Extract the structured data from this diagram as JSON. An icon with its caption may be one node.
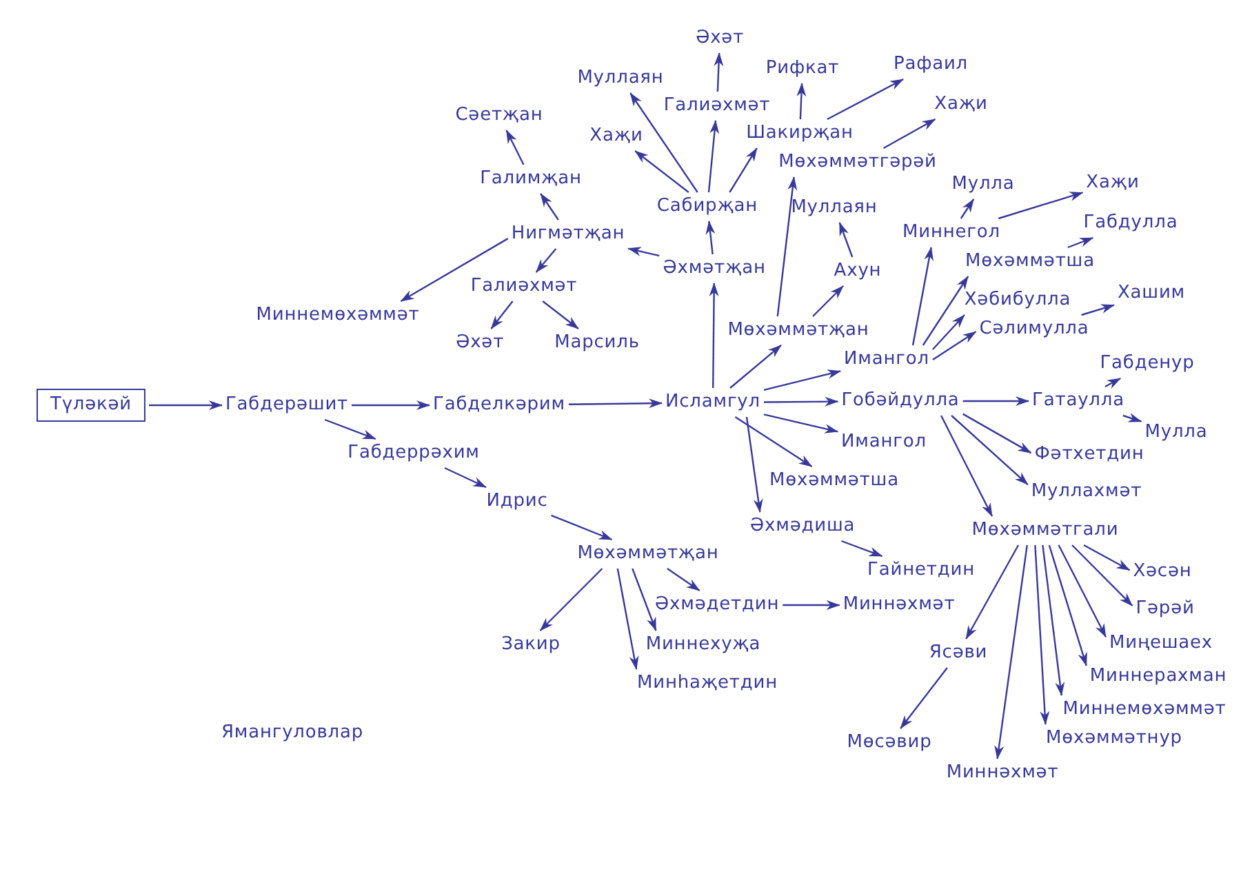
{
  "diagram": {
    "nodes": [
      {
        "text": [
          "Түләкәй"
        ]
      },
      {
        "text": [
          "Габдерәшит"
        ]
      },
      {
        "text": [
          "Габделкәрим"
        ]
      },
      {
        "text": [
          "Исламгул"
        ]
      },
      {
        "text": [
          "Габдеррәхим"
        ]
      },
      {
        "text": [
          "Идрис"
        ]
      },
      {
        "text": [
          "Мөхәммәтҗан"
        ]
      },
      {
        "text": [
          "Закир"
        ]
      },
      {
        "text": [
          "Миннехуҗа"
        ]
      },
      {
        "text": [
          "Минһаҗетдин"
        ]
      },
      {
        "text": [
          "Әхмәдетдин"
        ]
      },
      {
        "text": [
          "Миннәхмәт"
        ]
      },
      {
        "text": [
          "Әхмәдиша"
        ]
      },
      {
        "text": [
          "Гайнетдин"
        ]
      },
      {
        "text": [
          "Имангол"
        ]
      },
      {
        "text": [
          "Мөхәммәтша"
        ]
      },
      {
        "text": [
          "Гобәйдулла"
        ]
      },
      {
        "text": [
          "Гатаулла"
        ]
      },
      {
        "text": [
          "Габденур"
        ]
      },
      {
        "text": [
          "Мулла"
        ]
      },
      {
        "text": [
          "Фәтхетдин"
        ]
      },
      {
        "text": [
          "Муллахмәт"
        ]
      },
      {
        "text": [
          "Мөхәммәтгали"
        ]
      },
      {
        "text": [
          "Хәсән"
        ]
      },
      {
        "text": [
          "Гәрәй"
        ]
      },
      {
        "text": [
          "Миңешаех"
        ]
      },
      {
        "text": [
          "Миннерахман"
        ]
      },
      {
        "text": [
          "Миннемөхәммәт"
        ]
      },
      {
        "text": [
          "Мөхәммәтнур"
        ]
      },
      {
        "text": [
          "Ясәви"
        ]
      },
      {
        "text": [
          "Мөсәвир"
        ]
      },
      {
        "text": [
          "Миннәхмәт"
        ]
      },
      {
        "text": [
          "Мөхәммәтҗан"
        ]
      },
      {
        "text": [
          "Ахун"
        ]
      },
      {
        "text": [
          "Муллаян"
        ]
      },
      {
        "text": [
          "Имангол"
        ]
      },
      {
        "text": [
          "Миннегол"
        ]
      },
      {
        "text": [
          "Мулла"
        ]
      },
      {
        "text": [
          "Хаҗи"
        ]
      },
      {
        "text": [
          "Габдулла"
        ]
      },
      {
        "text": [
          "Мөхәммәтша"
        ]
      },
      {
        "text": [
          "Хәбибулла"
        ]
      },
      {
        "text": [
          "Сәлимулла"
        ]
      },
      {
        "text": [
          "Хашим"
        ]
      },
      {
        "text": [
          "Әхмәтҗан"
        ]
      },
      {
        "text": [
          "Сабирҗан"
        ]
      },
      {
        "text": [
          "Нигмәтҗан"
        ]
      },
      {
        "text": [
          "Галимҗан"
        ]
      },
      {
        "text": [
          "Сәетҗан"
        ]
      },
      {
        "text": [
          "Миннемөхәммәт"
        ]
      },
      {
        "text": [
          "Галиәхмәт"
        ]
      },
      {
        "text": [
          "Әхәт"
        ]
      },
      {
        "text": [
          "Марсиль"
        ]
      },
      {
        "text": [
          "Хаҗи"
        ]
      },
      {
        "text": [
          "Муллаян"
        ]
      },
      {
        "text": [
          "Галиәхмәт"
        ]
      },
      {
        "text": [
          "Әхәт"
        ]
      },
      {
        "text": [
          "Шакирҗан"
        ]
      },
      {
        "text": [
          "Рифкат"
        ]
      },
      {
        "text": [
          "Мөхәммәтгәрәй"
        ]
      },
      {
        "text": [
          "Рафаил"
        ]
      },
      {
        "text": [
          "Хаҗи"
        ]
      }
    ],
    "edges": [
      {
        "from": 0,
        "to": 1,
        "arrow": "to"
      },
      {
        "from": 1,
        "to": 2,
        "arrow": "to"
      },
      {
        "from": 1,
        "to": 4,
        "arrow": "to"
      },
      {
        "from": 2,
        "to": 3,
        "arrow": "to"
      },
      {
        "from": 4,
        "to": 5,
        "arrow": "to"
      },
      {
        "from": 5,
        "to": 6,
        "arrow": "to"
      },
      {
        "from": 6,
        "to": 7,
        "arrow": "to"
      },
      {
        "from": 6,
        "to": 9,
        "arrow": "to"
      },
      {
        "from": 6,
        "to": 8,
        "arrow": "to"
      },
      {
        "from": 6,
        "to": 10,
        "arrow": "to"
      },
      {
        "from": 10,
        "to": 11,
        "arrow": "to"
      },
      {
        "from": 3,
        "to": 44,
        "arrow": "to"
      },
      {
        "from": 44,
        "to": 45,
        "arrow": "to"
      },
      {
        "from": 44,
        "to": 46,
        "arrow": "to"
      },
      {
        "from": 46,
        "to": 47,
        "arrow": "to"
      },
      {
        "from": 47,
        "to": 48,
        "arrow": "to"
      },
      {
        "from": 46,
        "to": 49,
        "arrow": "to"
      },
      {
        "from": 46,
        "to": 50,
        "arrow": "to"
      },
      {
        "from": 50,
        "to": 51,
        "arrow": "to"
      },
      {
        "from": 50,
        "to": 52,
        "arrow": "to"
      },
      {
        "from": 45,
        "to": 53,
        "arrow": "to"
      },
      {
        "from": 45,
        "to": 54,
        "arrow": "to"
      },
      {
        "from": 45,
        "to": 55,
        "arrow": "to"
      },
      {
        "from": 55,
        "to": 56,
        "arrow": "to"
      },
      {
        "from": 45,
        "to": 57,
        "arrow": "to"
      },
      {
        "from": 57,
        "to": 58,
        "arrow": "to"
      },
      {
        "from": 57,
        "to": 60,
        "arrow": "to"
      },
      {
        "from": 32,
        "to": 59,
        "arrow": "to"
      },
      {
        "from": 59,
        "to": 61,
        "arrow": "to"
      },
      {
        "from": 3,
        "to": 32,
        "arrow": "to"
      },
      {
        "from": 32,
        "to": 33,
        "arrow": "to"
      },
      {
        "from": 33,
        "to": 34,
        "arrow": "to"
      },
      {
        "from": 3,
        "to": 35,
        "arrow": "to"
      },
      {
        "from": 35,
        "to": 36,
        "arrow": "to"
      },
      {
        "from": 35,
        "to": 40,
        "arrow": "to"
      },
      {
        "from": 35,
        "to": 41,
        "arrow": "to"
      },
      {
        "from": 35,
        "to": 42,
        "arrow": "to"
      },
      {
        "from": 36,
        "to": 37,
        "arrow": "to"
      },
      {
        "from": 36,
        "to": 38,
        "arrow": "to"
      },
      {
        "from": 40,
        "to": 39,
        "arrow": "to"
      },
      {
        "from": 42,
        "to": 43,
        "arrow": "to"
      },
      {
        "from": 3,
        "to": 16,
        "arrow": "to"
      },
      {
        "from": 16,
        "to": 17,
        "arrow": "to"
      },
      {
        "from": 17,
        "to": 18,
        "arrow": "to"
      },
      {
        "from": 17,
        "to": 19,
        "arrow": "to"
      },
      {
        "from": 16,
        "to": 20,
        "arrow": "to"
      },
      {
        "from": 16,
        "to": 21,
        "arrow": "to"
      },
      {
        "from": 16,
        "to": 22,
        "arrow": "to"
      },
      {
        "from": 3,
        "to": 14,
        "arrow": "to"
      },
      {
        "from": 3,
        "to": 15,
        "arrow": "to"
      },
      {
        "from": 3,
        "to": 12,
        "arrow": "to"
      },
      {
        "from": 12,
        "to": 13,
        "arrow": "to"
      },
      {
        "from": 22,
        "to": 23,
        "arrow": "to"
      },
      {
        "from": 22,
        "to": 24,
        "arrow": "to"
      },
      {
        "from": 22,
        "to": 25,
        "arrow": "to"
      },
      {
        "from": 22,
        "to": 26,
        "arrow": "to"
      },
      {
        "from": 22,
        "to": 27,
        "arrow": "to"
      },
      {
        "from": 22,
        "to": 28,
        "arrow": "to"
      },
      {
        "from": 22,
        "to": 31,
        "arrow": "to"
      },
      {
        "from": 22,
        "to": 29,
        "arrow": "to"
      },
      {
        "from": 29,
        "to": 30,
        "arrow": "to"
      }
    ],
    "labels": [
      "Ямангуловлар"
    ]
  }
}
